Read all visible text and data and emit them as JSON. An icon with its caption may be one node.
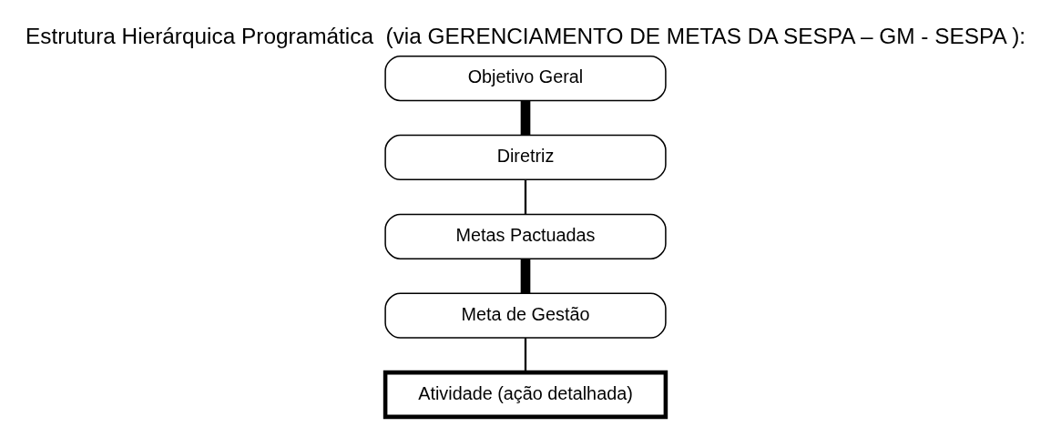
{
  "diagram": {
    "title": "Estrutura Hierárquica Programática  (via GERENCIAMENTO DE METAS DA SESPA – GM - SESPA ):",
    "nodes": [
      {
        "text": [
          "Objetivo Geral"
        ]
      },
      {
        "text": [
          "Diretriz"
        ]
      },
      {
        "text": [
          "Metas Pactuadas"
        ]
      },
      {
        "text": [
          "Meta de Gestão"
        ]
      },
      {
        "text": [
          "Atividade (ação detalhada)"
        ]
      }
    ],
    "edges": [
      {
        "from": 0,
        "to": 1,
        "arrow": "none",
        "style": "thick"
      },
      {
        "from": 1,
        "to": 2,
        "arrow": "none"
      },
      {
        "from": 2,
        "to": 3,
        "arrow": "none",
        "style": "thick"
      },
      {
        "from": 3,
        "to": 4,
        "arrow": "none"
      }
    ]
  }
}
